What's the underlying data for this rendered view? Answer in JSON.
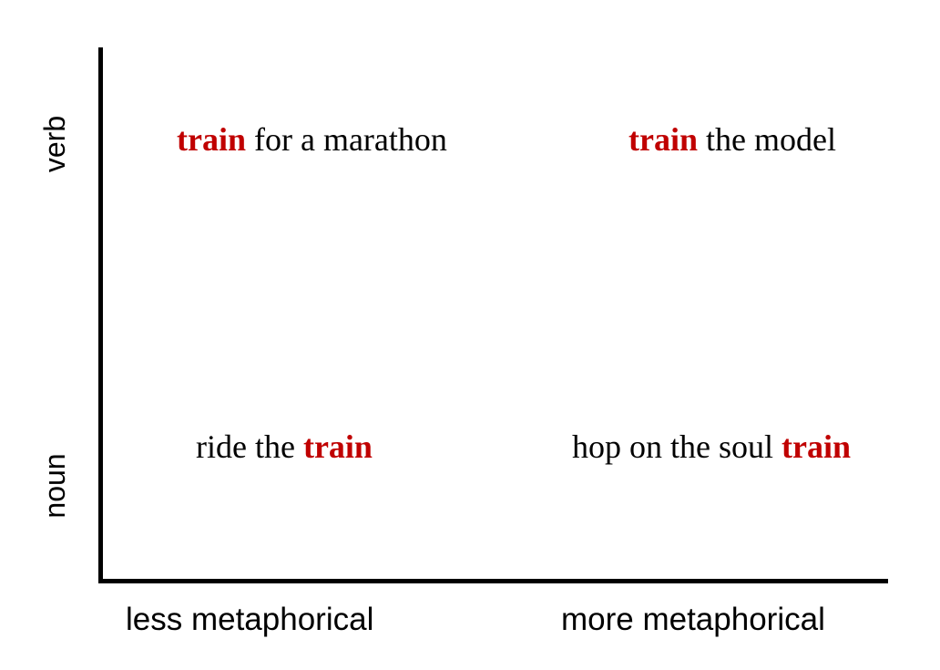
{
  "colors": {
    "highlight": "#c00000",
    "text": "#000000",
    "axis": "#000000"
  },
  "axes": {
    "y_top_label": "verb",
    "y_bottom_label": "noun",
    "x_left_label": "less metaphorical",
    "x_right_label": "more metaphorical"
  },
  "phrases": {
    "verb_less": {
      "highlight": "train",
      "after": " for a marathon"
    },
    "verb_more": {
      "highlight": "train",
      "after": " the model"
    },
    "noun_less": {
      "before": "ride the ",
      "highlight": "train"
    },
    "noun_more": {
      "before": "hop on the soul ",
      "highlight": "train"
    }
  }
}
